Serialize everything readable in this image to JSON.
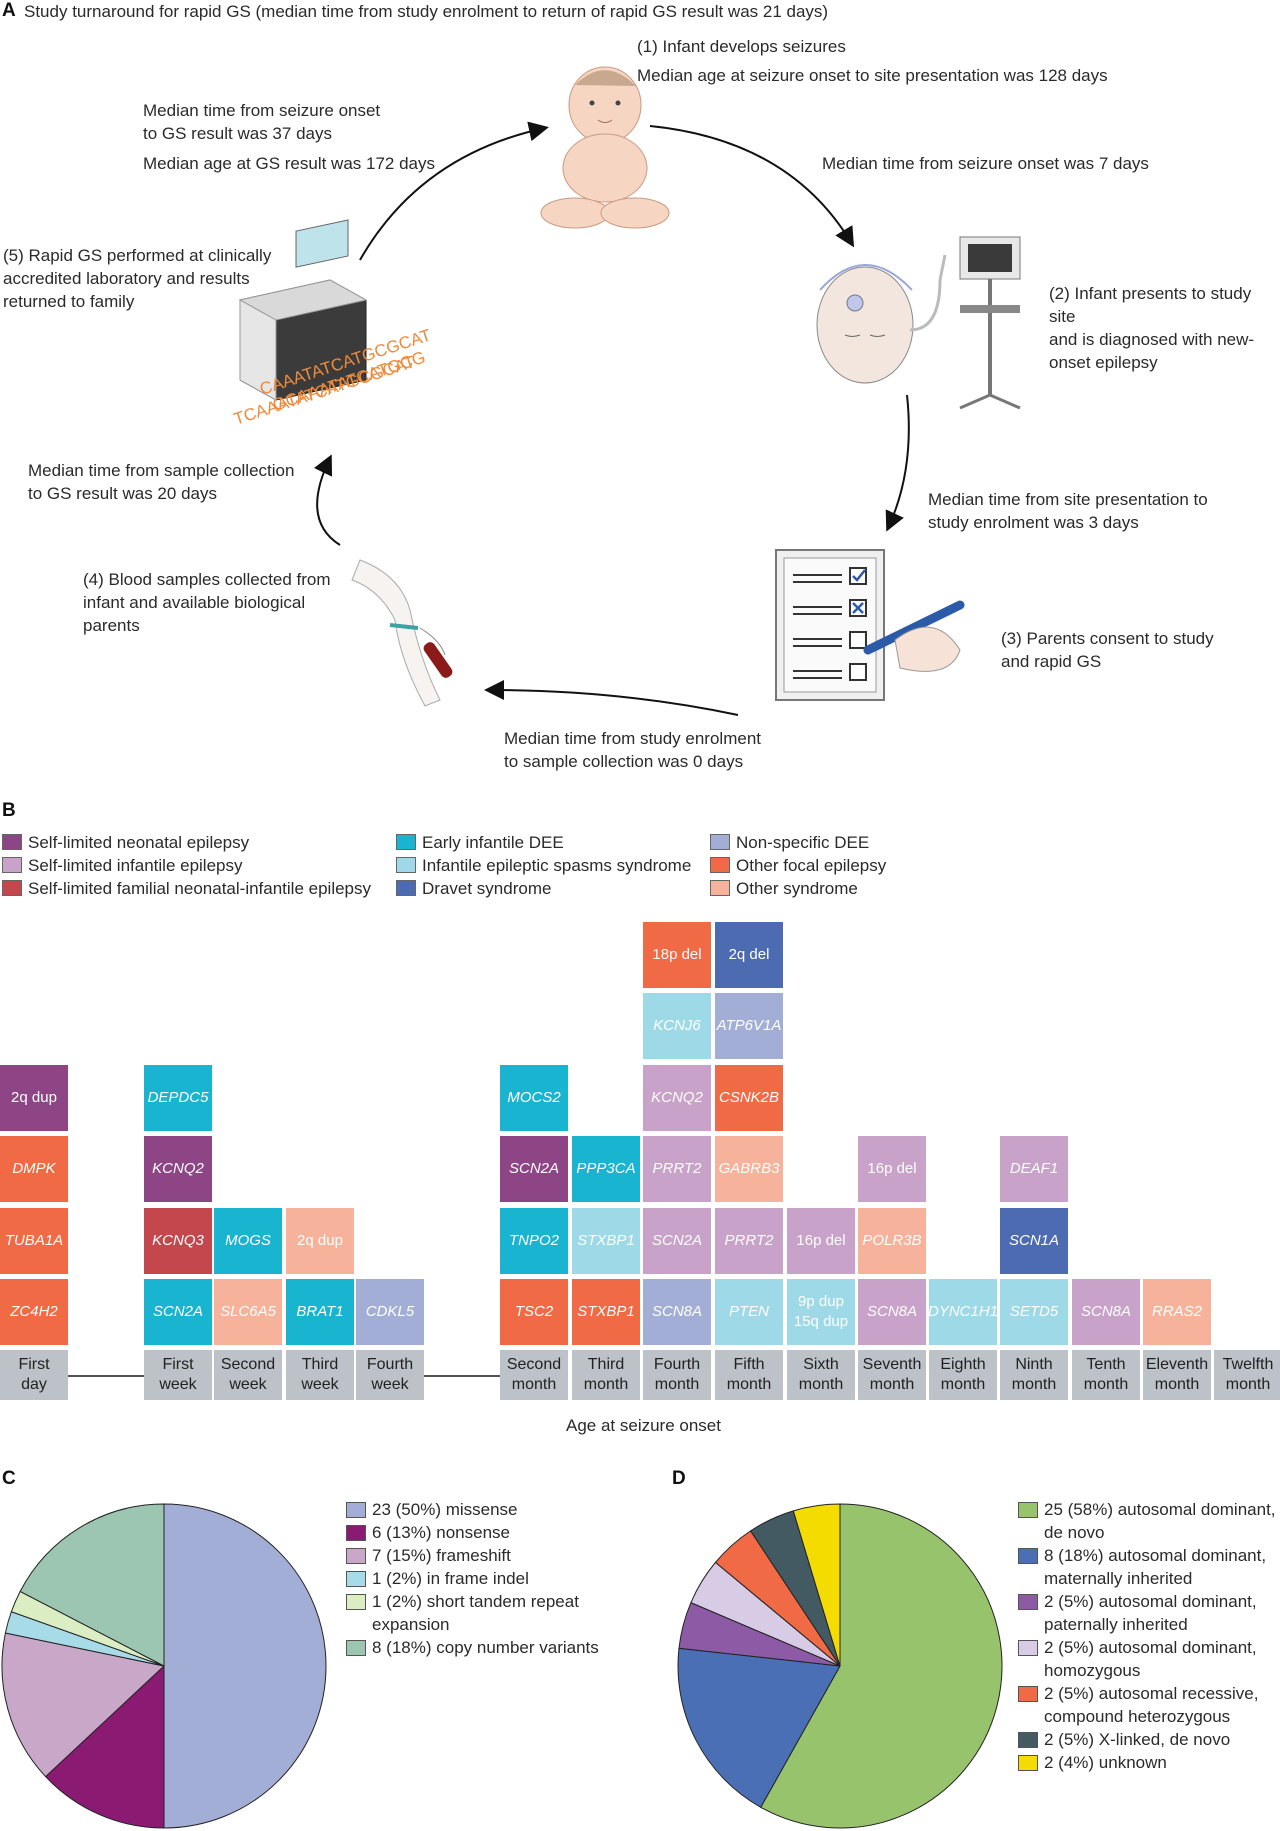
{
  "panel_a": {
    "label": "A",
    "title": "Study turnaround for rapid GS (median time from study enrolment to return of rapid GS result was 21 days)",
    "step1": "(1) Infant develops seizures",
    "step1_note": "Median age at seizure onset to site presentation was 128 days",
    "arc12": "Median time from seizure onset was 7 days",
    "step2": "(2) Infant presents to study site\nand is diagnosed with new-\nonset epilepsy",
    "arc23": "Median time from site presentation to\nstudy enrolment was 3 days",
    "step3": "(3) Parents consent to study\nand rapid GS",
    "arc34": "Median time from study enrolment\nto sample collection was 0 days",
    "step4": "(4) Blood samples collected from\ninfant and available biological\nparents",
    "arc45": "Median time from sample collection\nto GS result was 20 days",
    "step5": "(5) Rapid GS performed at clinically\naccredited laboratory and results\nreturned to family",
    "arc51a": "Median time from seizure onset\nto GS result was 37 days",
    "arc51b": "Median age at GS result was 172 days",
    "dna_lines": [
      "CAAATATCATGCGCAT",
      "GCAAATATCATGCG",
      "TCAAATATCATGCGCAT"
    ]
  },
  "panel_b": {
    "label": "B",
    "legend": [
      {
        "key": "sln",
        "label": "Self-limited neonatal epilepsy",
        "color": "#8e4585"
      },
      {
        "key": "sli",
        "label": "Self-limited infantile epilepsy",
        "color": "#c8a2c8"
      },
      {
        "key": "slfni",
        "label": "Self-limited familial neonatal-infantile epilepsy",
        "color": "#c4474d"
      },
      {
        "key": "eidee",
        "label": "Early infantile DEE",
        "color": "#19b4cf"
      },
      {
        "key": "iess",
        "label": "Infantile epileptic spasms syndrome",
        "color": "#9ed9e8"
      },
      {
        "key": "dravet",
        "label": "Dravet syndrome",
        "color": "#4d6bb0"
      },
      {
        "key": "nsdee",
        "label": "Non-specific DEE",
        "color": "#a3aed6"
      },
      {
        "key": "ofe",
        "label": "Other focal epilepsy",
        "color": "#ef6a45"
      },
      {
        "key": "other",
        "label": "Other syndrome",
        "color": "#f6b29a"
      }
    ],
    "x_title": "Age at seizure onset",
    "columns": [
      {
        "label": "First\nday",
        "genes": [
          {
            "t": "ZC4H2",
            "c": "ofe"
          },
          {
            "t": "TUBA1A",
            "c": "ofe"
          },
          {
            "t": "DMPK",
            "c": "ofe"
          },
          {
            "t": "2q dup",
            "c": "sln",
            "up": true
          }
        ]
      },
      {
        "label": "First\nweek",
        "genes": [
          {
            "t": "SCN2A",
            "c": "eidee"
          },
          {
            "t": "KCNQ3",
            "c": "slfni"
          },
          {
            "t": "KCNQ2",
            "c": "sln"
          },
          {
            "t": "DEPDC5",
            "c": "eidee"
          }
        ]
      },
      {
        "label": "Second\nweek",
        "genes": [
          {
            "t": "SLC6A5",
            "c": "other"
          },
          {
            "t": "MOGS",
            "c": "eidee"
          }
        ]
      },
      {
        "label": "Third\nweek",
        "genes": [
          {
            "t": "BRAT1",
            "c": "eidee"
          },
          {
            "t": "2q dup",
            "c": "other",
            "up": true
          }
        ]
      },
      {
        "label": "Fourth\nweek",
        "genes": [
          {
            "t": "CDKL5",
            "c": "nsdee"
          }
        ]
      },
      {
        "label": "Second\nmonth",
        "genes": [
          {
            "t": "TSC2",
            "c": "ofe"
          },
          {
            "t": "TNPO2",
            "c": "eidee"
          },
          {
            "t": "SCN2A",
            "c": "sln"
          },
          {
            "t": "MOCS2",
            "c": "eidee"
          }
        ]
      },
      {
        "label": "Third\nmonth",
        "genes": [
          {
            "t": "STXBP1",
            "c": "ofe"
          },
          {
            "t": "STXBP1",
            "c": "iess"
          },
          {
            "t": "PPP3CA",
            "c": "eidee"
          }
        ]
      },
      {
        "label": "Fourth\nmonth",
        "genes": [
          {
            "t": "SCN8A",
            "c": "nsdee"
          },
          {
            "t": "SCN2A",
            "c": "sli"
          },
          {
            "t": "PRRT2",
            "c": "sli"
          },
          {
            "t": "KCNQ2",
            "c": "sli"
          },
          {
            "t": "KCNJ6",
            "c": "iess"
          },
          {
            "t": "18p del",
            "c": "ofe",
            "up": true
          }
        ]
      },
      {
        "label": "Fifth\nmonth",
        "genes": [
          {
            "t": "PTEN",
            "c": "iess"
          },
          {
            "t": "PRRT2",
            "c": "sli"
          },
          {
            "t": "GABRB3",
            "c": "other"
          },
          {
            "t": "CSNK2B",
            "c": "ofe"
          },
          {
            "t": "ATP6V1A",
            "c": "nsdee"
          },
          {
            "t": "2q del",
            "c": "dravet",
            "up": true
          }
        ]
      },
      {
        "label": "Sixth\nmonth",
        "genes": [
          {
            "t": "9p dup\n15q dup",
            "c": "iess",
            "up": true
          },
          {
            "t": "16p del",
            "c": "sli",
            "up": true
          }
        ]
      },
      {
        "label": "Seventh\nmonth",
        "genes": [
          {
            "t": "SCN8A",
            "c": "sli"
          },
          {
            "t": "POLR3B",
            "c": "other"
          },
          {
            "t": "16p del",
            "c": "sli",
            "up": true
          }
        ]
      },
      {
        "label": "Eighth\nmonth",
        "genes": [
          {
            "t": "DYNC1H1",
            "c": "iess"
          }
        ]
      },
      {
        "label": "Ninth\nmonth",
        "genes": [
          {
            "t": "SETD5",
            "c": "iess"
          },
          {
            "t": "SCN1A",
            "c": "dravet"
          },
          {
            "t": "DEAF1",
            "c": "sli"
          }
        ]
      },
      {
        "label": "Tenth\nmonth",
        "genes": [
          {
            "t": "SCN8A",
            "c": "sli"
          }
        ]
      },
      {
        "label": "Eleventh\nmonth",
        "genes": [
          {
            "t": "RRAS2",
            "c": "other"
          }
        ]
      },
      {
        "label": "Twelfth\nmonth",
        "genes": []
      }
    ]
  },
  "panel_c": {
    "label": "C",
    "chart_data": {
      "type": "pie",
      "values": [
        23,
        6,
        7,
        1,
        1,
        8
      ],
      "colors": [
        "#a3aed6",
        "#8b1a72",
        "#c9a7c8",
        "#a8dbe8",
        "#dbedc2",
        "#9cc6b2"
      ],
      "labels": [
        "23 (50%) missense",
        "6 (13%) nonsense",
        "7 (15%) frameshift",
        "1 (2%) in frame indel",
        "1 (2%) short tandem repeat\nexpansion",
        "8 (18%) copy number variants"
      ]
    }
  },
  "panel_d": {
    "label": "D",
    "chart_data": {
      "type": "pie",
      "values": [
        25,
        8,
        2,
        2,
        2,
        2,
        2
      ],
      "colors": [
        "#97c36d",
        "#4a6fb5",
        "#8d5ba6",
        "#d7cbe6",
        "#ef6a45",
        "#445a63",
        "#f5dc00"
      ],
      "labels": [
        "25 (58%) autosomal dominant,\nde novo",
        "8 (18%) autosomal dominant,\nmaternally inherited",
        "2 (5%) autosomal dominant,\npaternally inherited",
        "2 (5%) autosomal dominant,\nhomozygous",
        "2 (5%) autosomal recessive,\ncompound heterozygous",
        "2 (5%) X-linked, de novo",
        "2 (4%) unknown"
      ]
    }
  }
}
